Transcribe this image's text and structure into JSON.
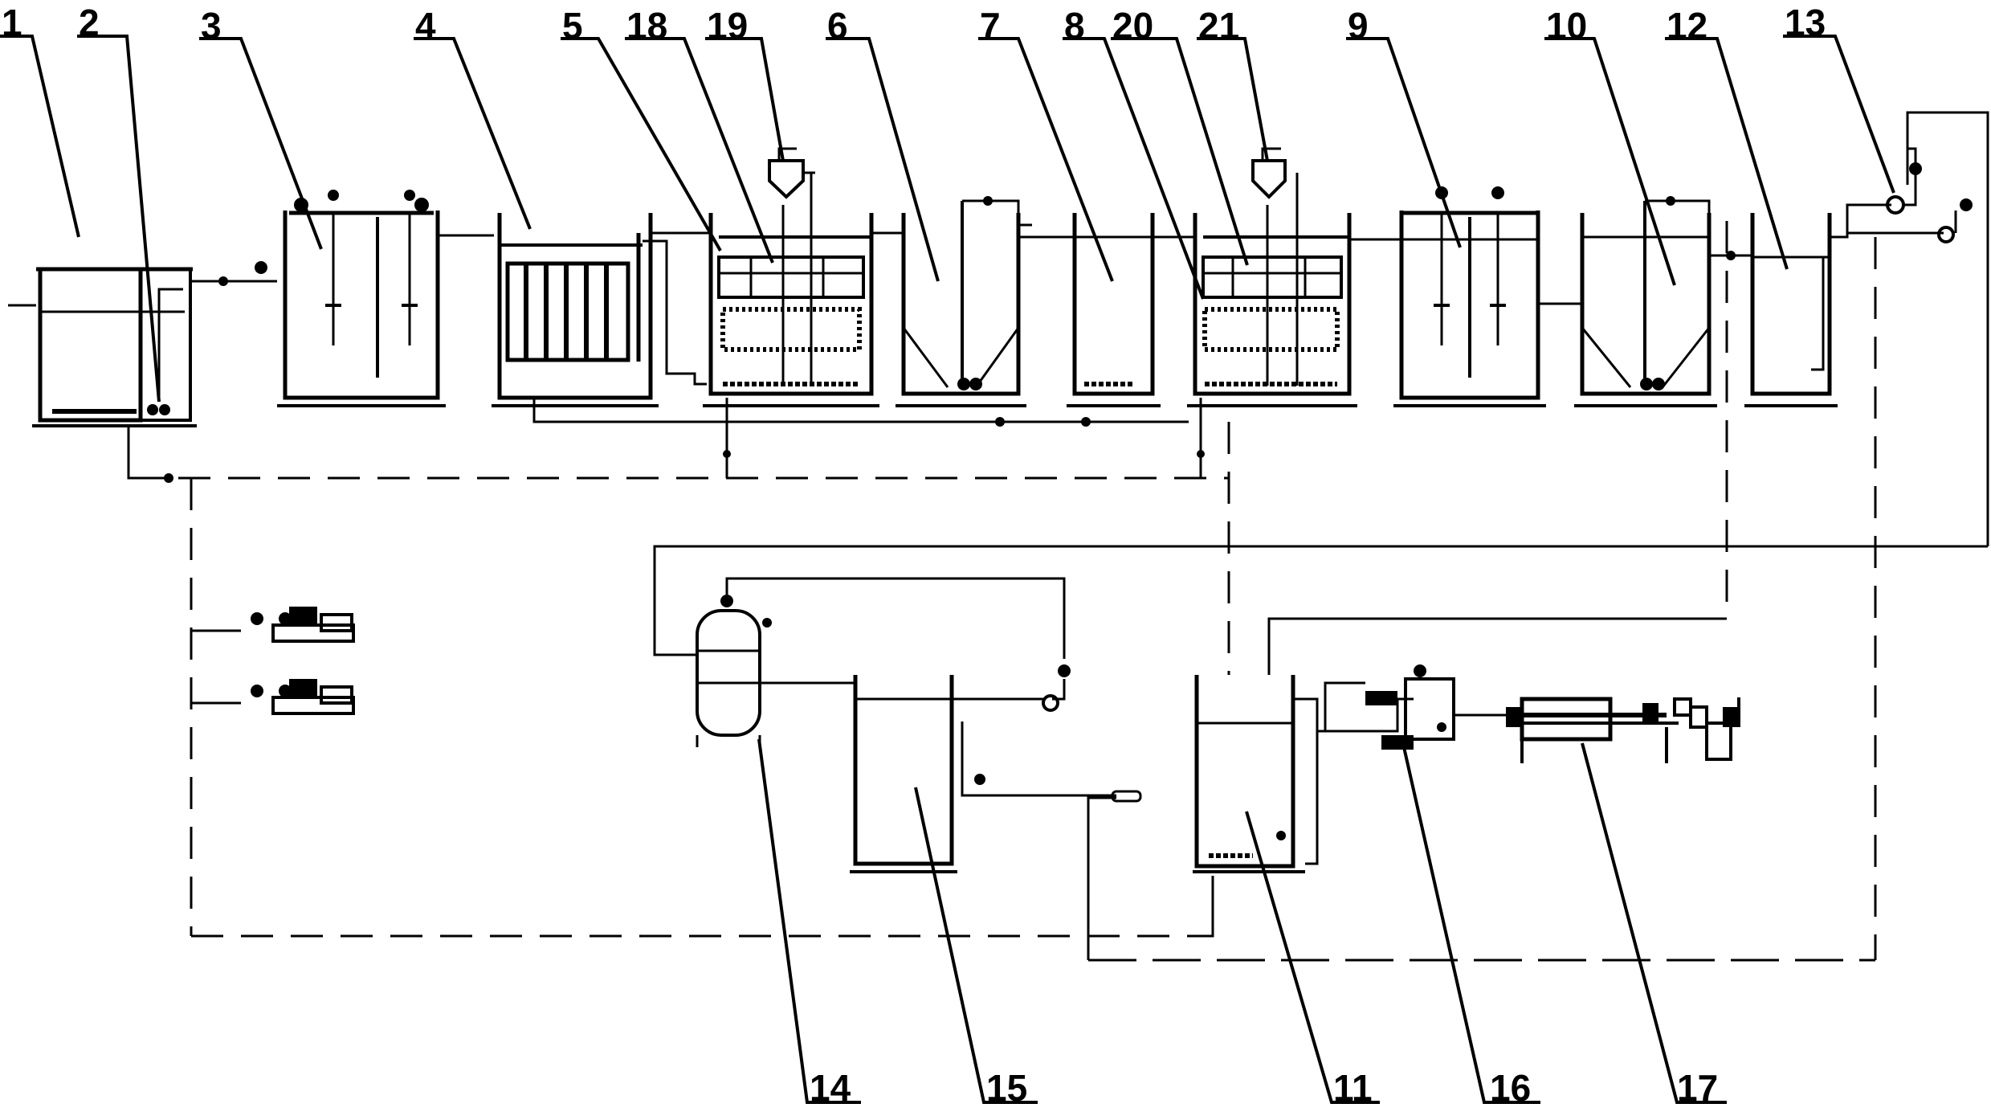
{
  "labels": [
    "1",
    "2",
    "3",
    "4",
    "5",
    "18",
    "19",
    "6",
    "7",
    "8",
    "20",
    "21",
    "9",
    "10",
    "12",
    "13",
    "14",
    "15",
    "11",
    "16",
    "17"
  ],
  "colors": {
    "line": "#000000",
    "background": "#ffffff"
  }
}
